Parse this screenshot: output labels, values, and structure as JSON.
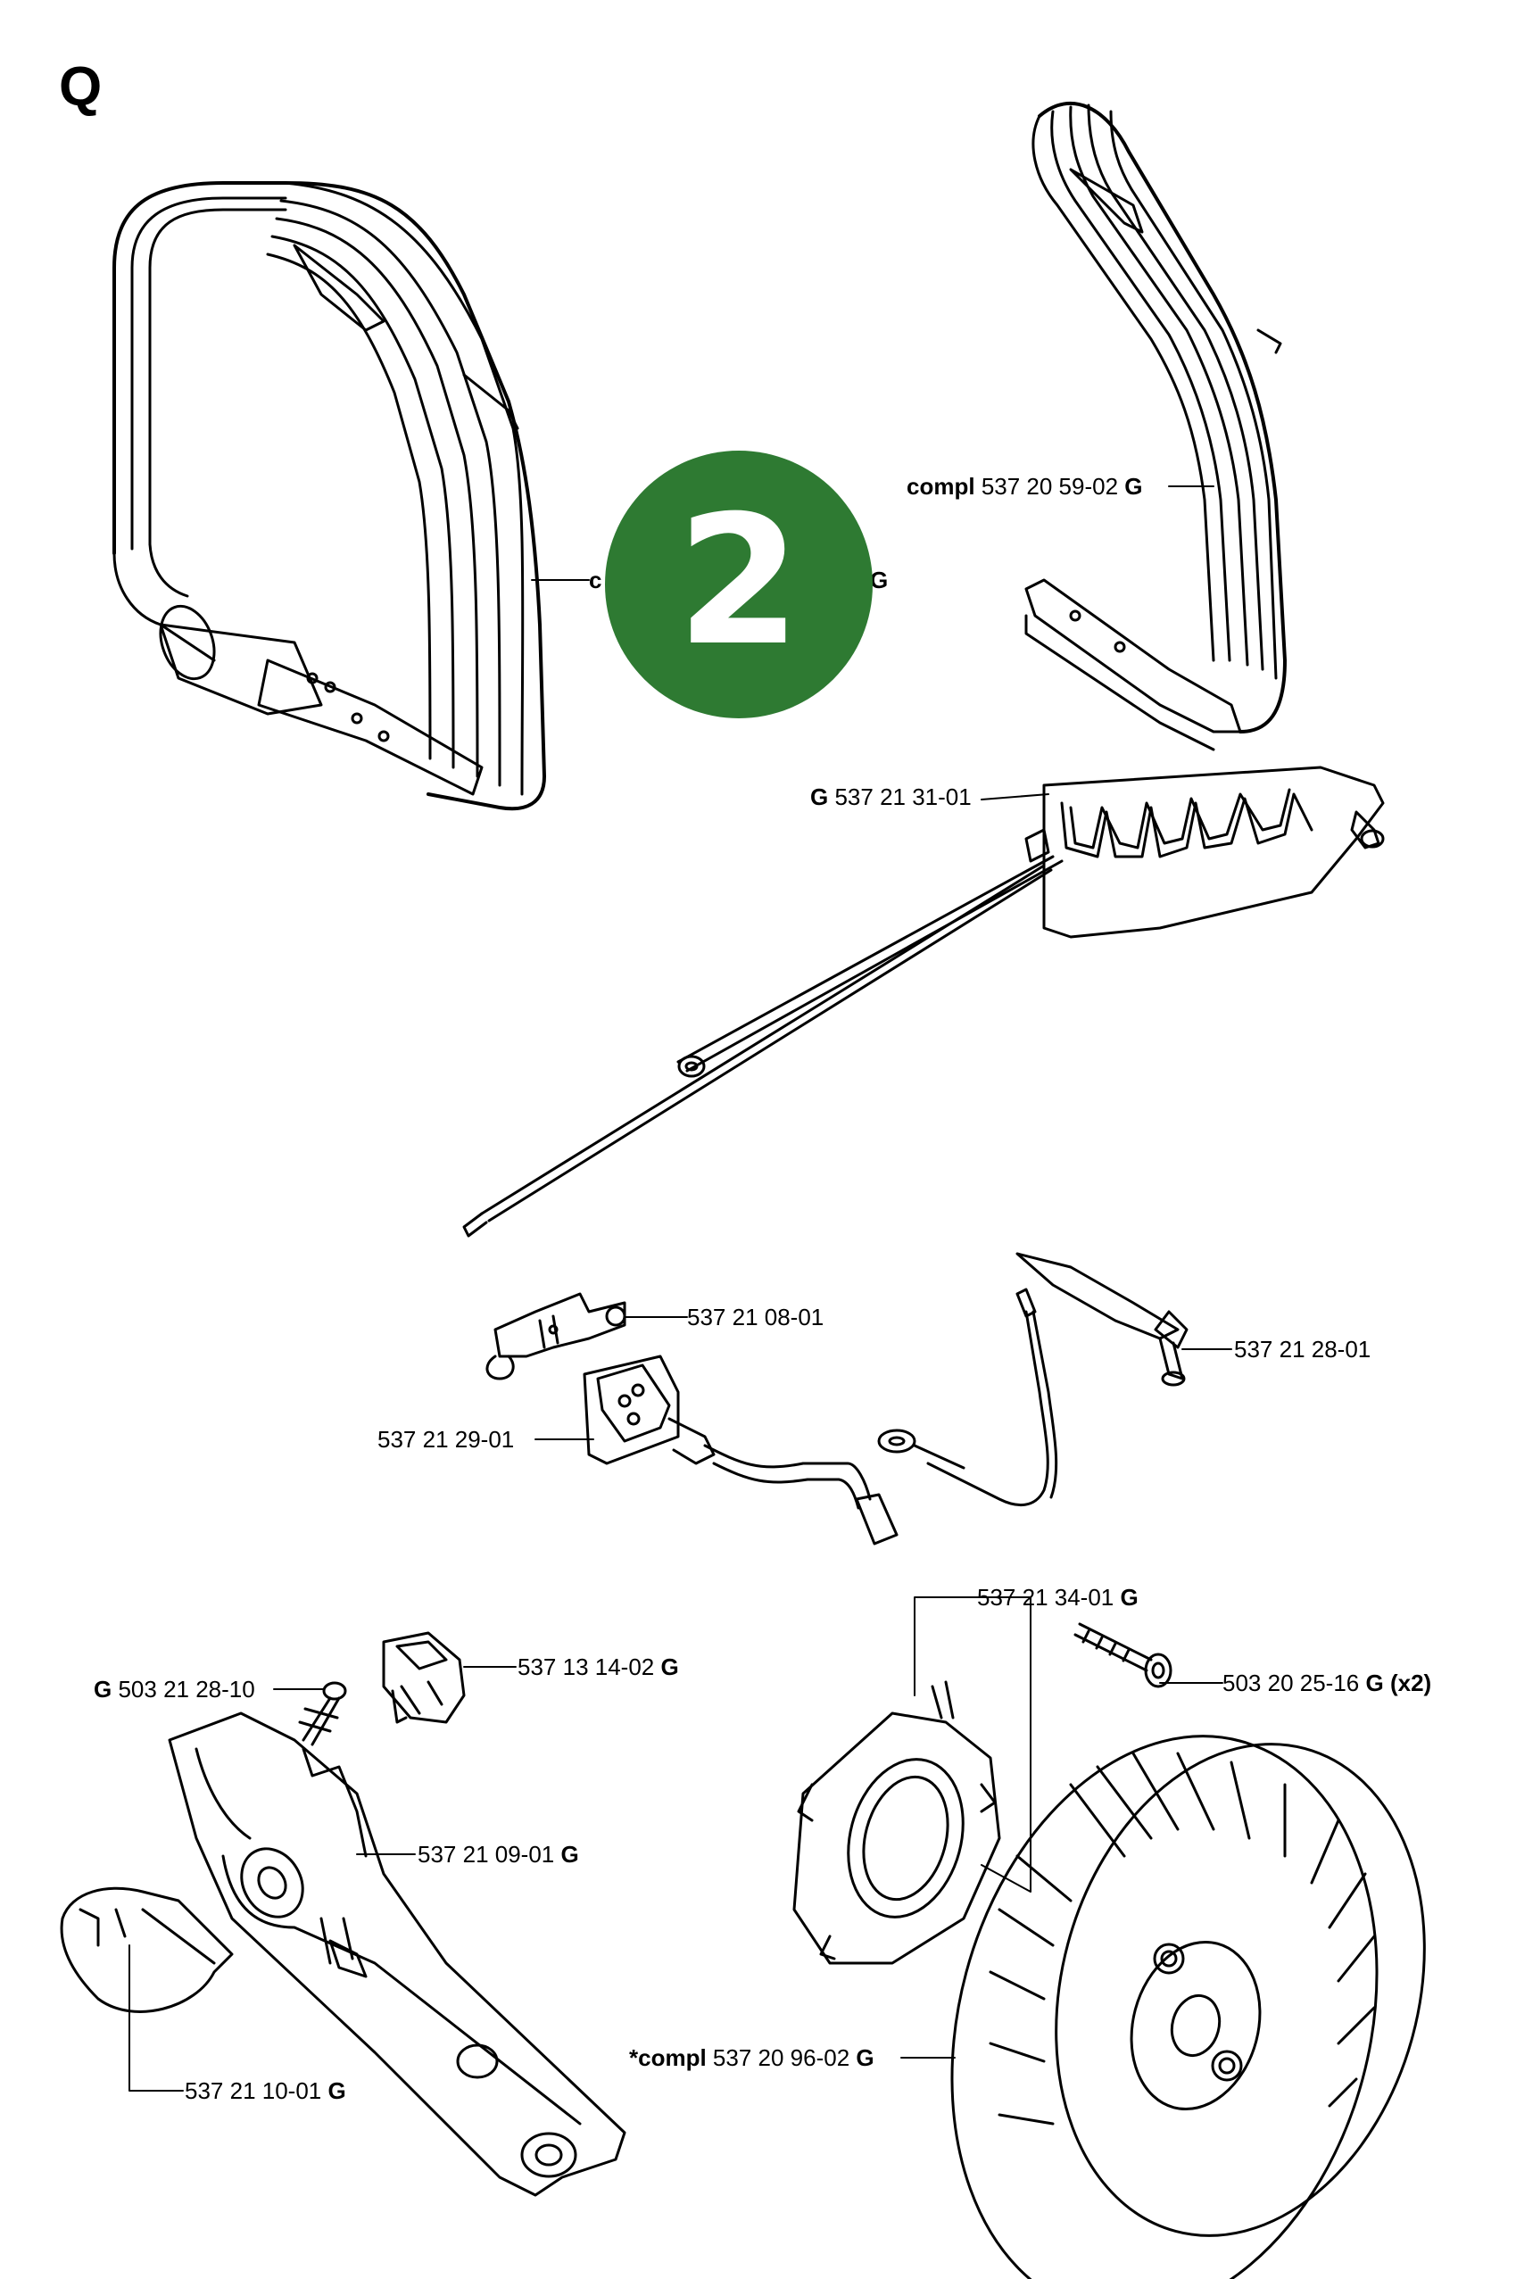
{
  "section": "Q",
  "badge": "2",
  "labels": {
    "front_handle_prefix": "c",
    "front_handle_suffix": "G",
    "rear_handle_compl": "compl",
    "rear_handle_part": "537 20 59-02",
    "rear_handle_g": "G",
    "heater_g": "G",
    "heater_part": "537 21 31-01",
    "clamp_part": "537 21 08-01",
    "switch_part": "537 21 29-01",
    "wire_part": "537 21 28-01",
    "ignition_part": "537 21 34-01",
    "ignition_g": "G",
    "screw_part": "503 20 25-16",
    "screw_g": "G",
    "screw_qty": "(x2)",
    "bolt_g": "G",
    "bolt_part": "503 21 28-10",
    "stop_switch_part": "537 13 14-02",
    "stop_switch_g": "G",
    "handle_housing_part": "537 21 09-01",
    "handle_housing_g": "G",
    "cover_part": "537 21 10-01",
    "cover_g": "G",
    "flywheel_compl": "*compl",
    "flywheel_part": "537 20 96-02",
    "flywheel_g": "G"
  }
}
